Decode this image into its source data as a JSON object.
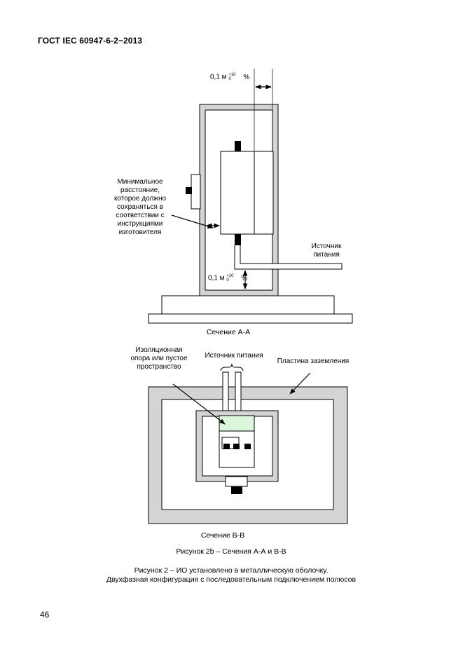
{
  "header": {
    "title": "ГОСТ IEC 60947-6-2−2013"
  },
  "figure_a": {
    "dim_top": {
      "base": "0,1 м",
      "sup": "+10",
      "sub": "0",
      "unit": "%"
    },
    "dim_bottom": {
      "base": "0,1 м",
      "sup": "+10",
      "sub": "0",
      "unit": "%"
    },
    "min_distance_label": "Минимальное расстояние, которое должно сохраняться в соответствии с инструкциями изготовителя",
    "min_distance_lines": [
      "Минимальное",
      "расстояние,",
      "которое должно",
      "сохраняться в",
      "соответствии с",
      "инструкциями",
      "изготовителя"
    ],
    "power_source_lines": [
      "Источник",
      "питания"
    ],
    "caption": "Сечение А-А"
  },
  "figure_b": {
    "insulation_lines": [
      "Изоляционная",
      "опора или пустое",
      "пространство"
    ],
    "power_source": "Источник питания",
    "ground_plate": "Пластина заземления",
    "caption": "Сечение В-В"
  },
  "figure_caption": "Рисунок 2b – Сечения А-А и В-В",
  "main_caption": {
    "line1": "Рисунок 2 – ИО установлено в металлическую оболочку.",
    "line2": "Двухфазная конфигурация с последовательным подключением полюсов"
  },
  "page_number": "46",
  "colors": {
    "enclosure": "#d4d4d4",
    "insulation": "#dcf6dc",
    "stroke": "#000000"
  }
}
